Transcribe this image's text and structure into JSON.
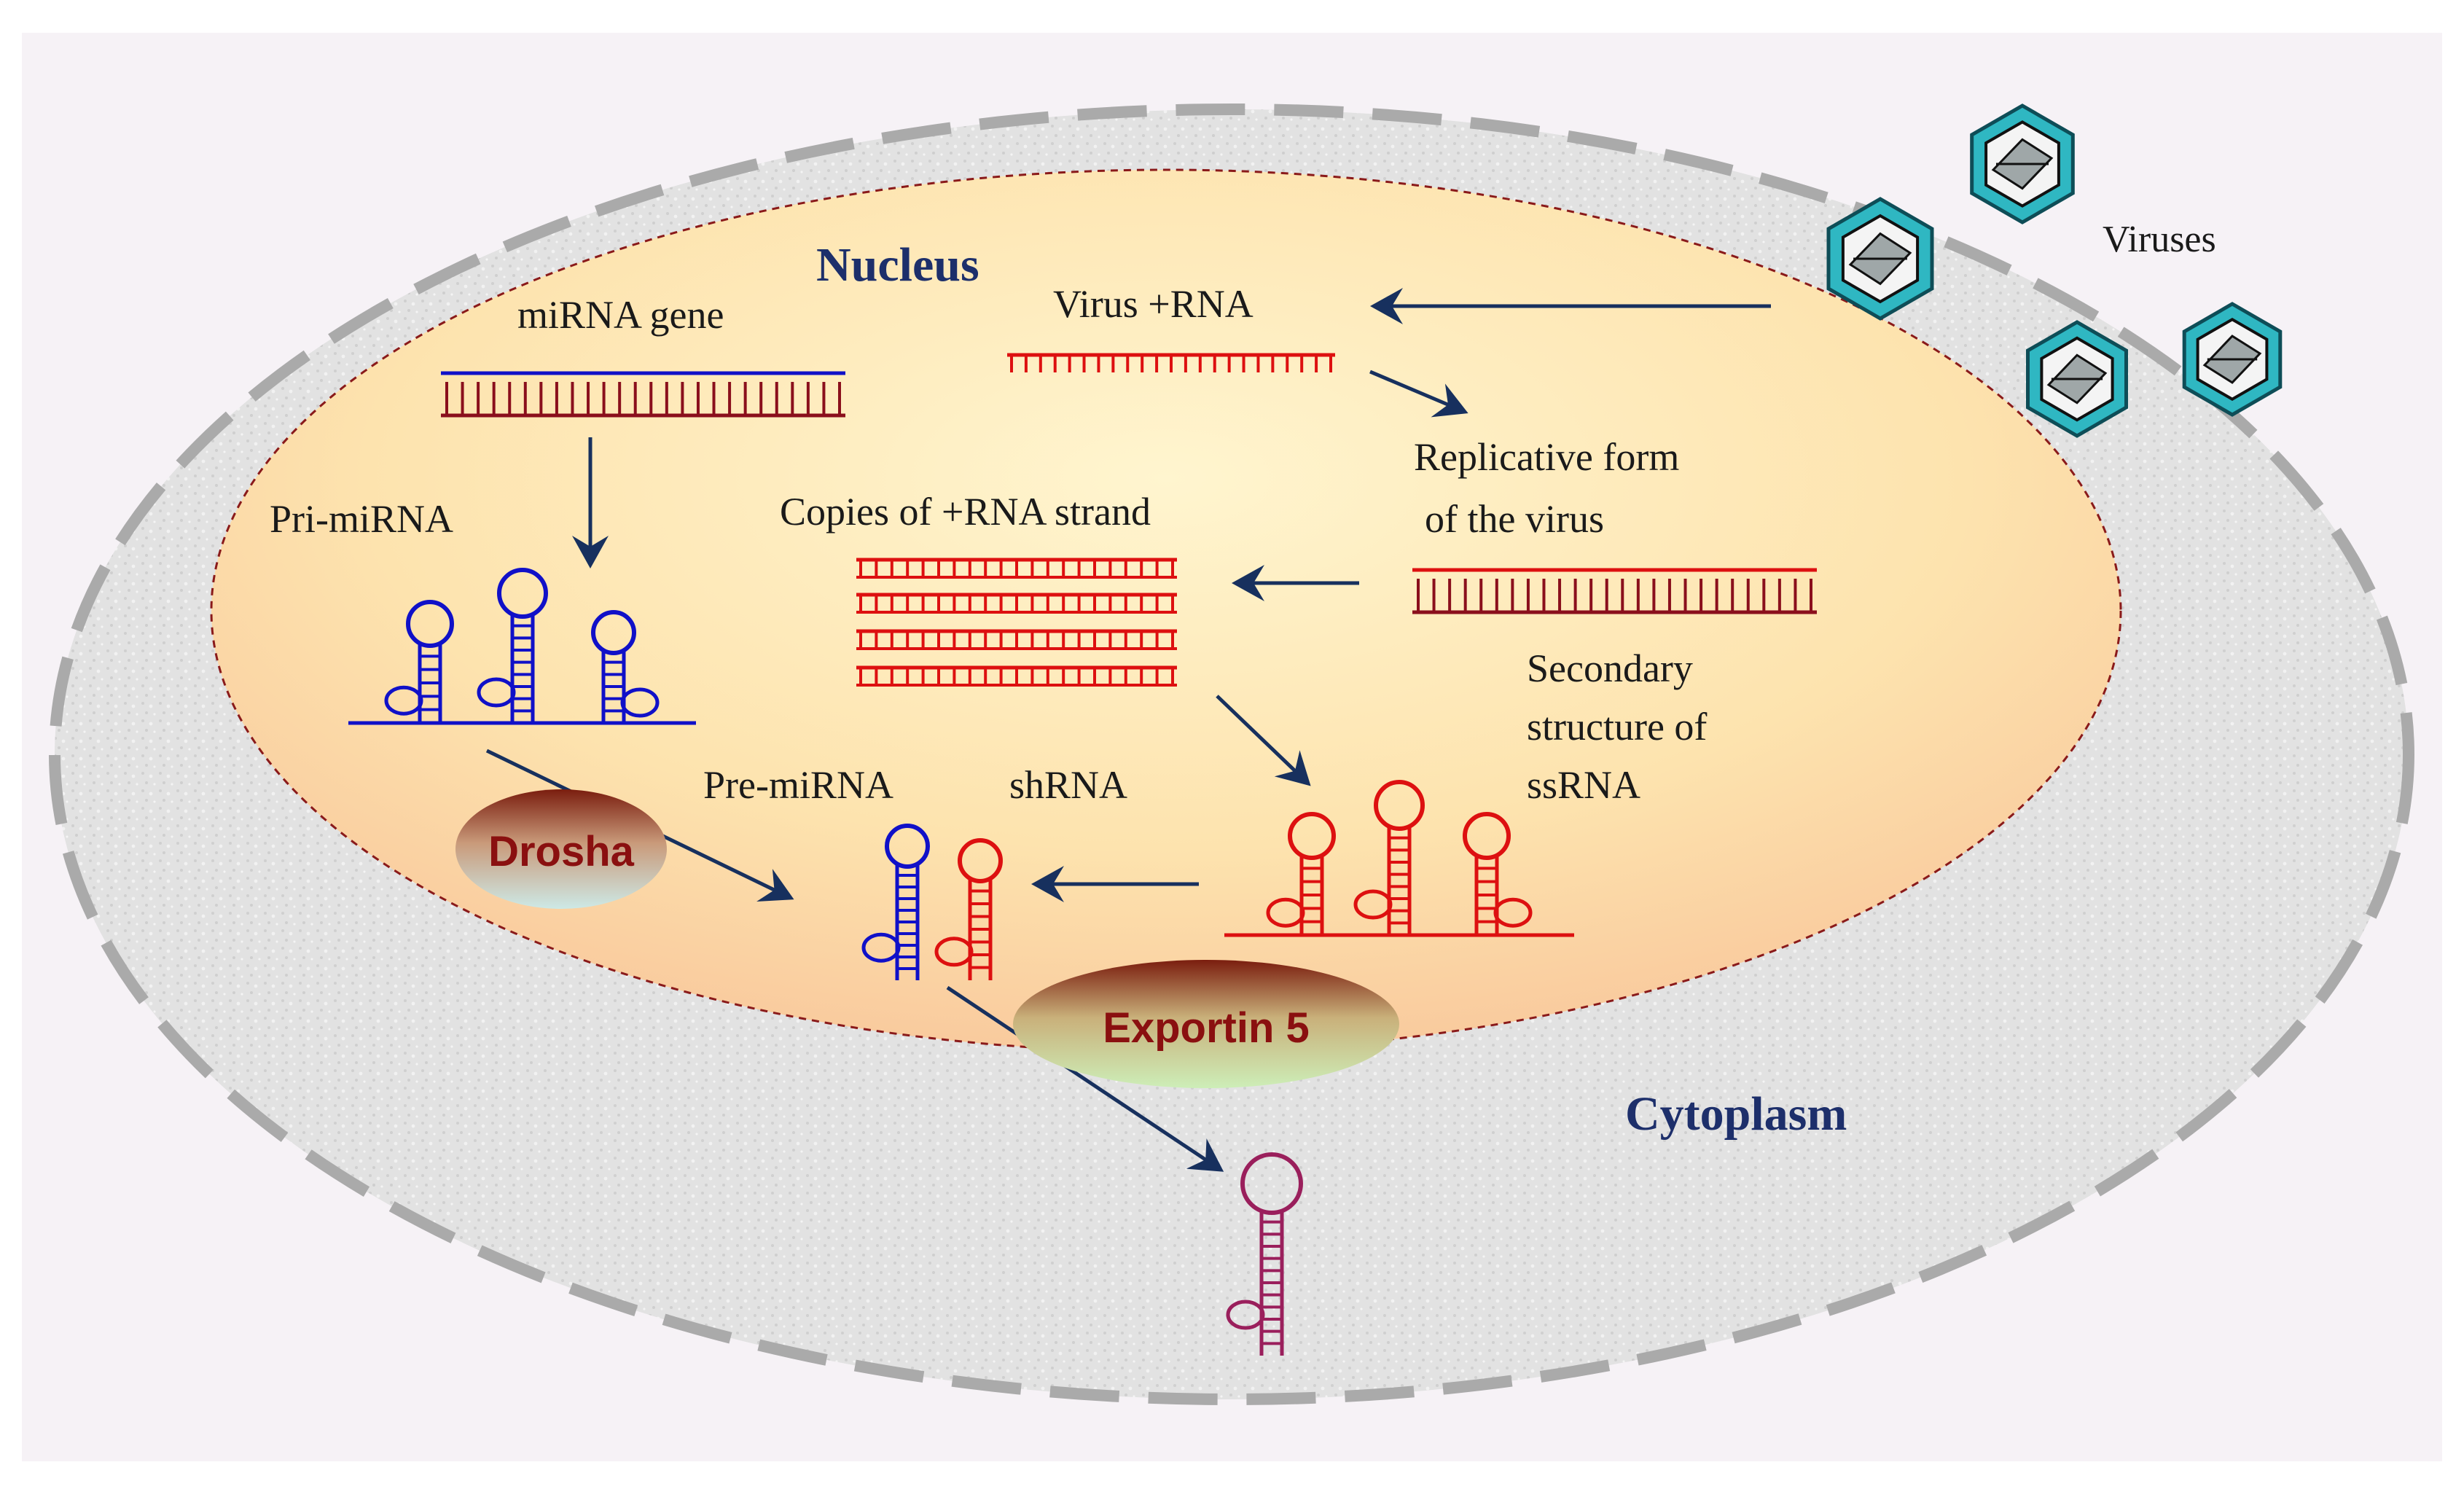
{
  "compartments": {
    "nucleus": "Nucleus",
    "cytoplasm": "Cytoplasm"
  },
  "labels": {
    "viruses": "Viruses",
    "mirna_gene": "miRNA gene",
    "virus_rna": "Virus +RNA",
    "pri_mirna": "Pri-miRNA",
    "copies": "Copies of +RNA strand",
    "replicative_1": "Replicative form",
    "replicative_2": "of the virus",
    "secondary_1": "Secondary",
    "secondary_2": "structure of",
    "secondary_3": "ssRNA",
    "pre_mirna": "Pre-miRNA",
    "shrna": "shRNA"
  },
  "enzymes": {
    "drosha": "Drosha",
    "exportin": "Exportin 5"
  },
  "colors": {
    "mirna_strand": "#1010c8",
    "virus_strand": "#dd1010",
    "mature": "#9a1f5c",
    "arrow": "#17305e",
    "nucleus_fill": "#fde6b0",
    "cytoplasm_fill": "#e4e4e4"
  }
}
